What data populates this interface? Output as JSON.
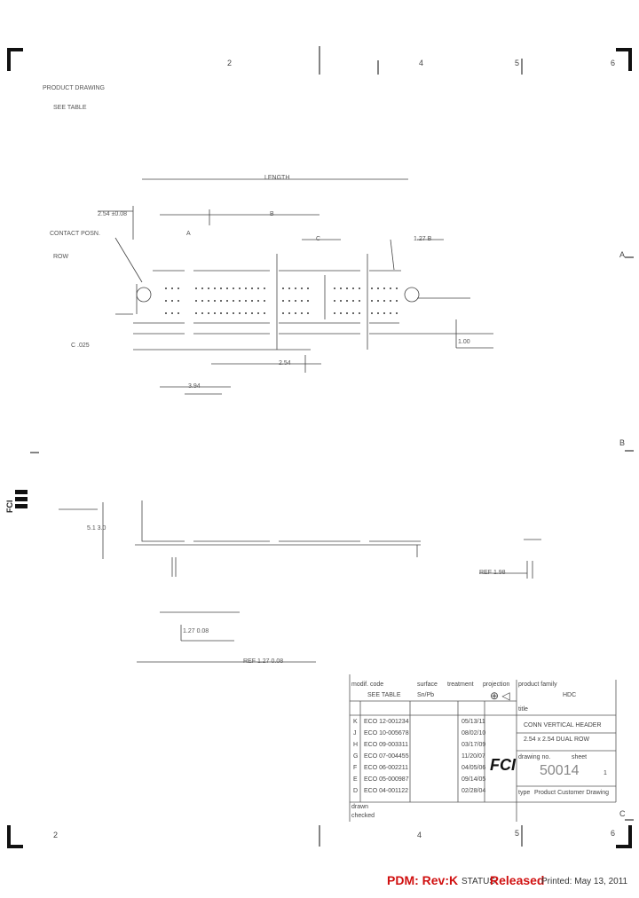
{
  "grid": {
    "top_cols": [
      "2",
      "4",
      "5",
      "6"
    ],
    "bottom_cols": [
      "2",
      "4",
      "5",
      "6"
    ],
    "right_rows": [
      "A",
      "B",
      "C"
    ]
  },
  "notes": {
    "line1": "PRODUCT DRAWING",
    "line2": "SEE TABLE"
  },
  "dims": {
    "overall": "LENGTH",
    "pitch_box": "2.54 ±0.08",
    "pitch_a": "A",
    "pitch_b": "B",
    "pitch_c": "C",
    "row_label": "ROW",
    "contact_note": "CONTACT POSN.",
    "callout_1": "1.27 B",
    "callout_2": "C .025",
    "datum_1": "1.00",
    "datum_2": "2.54",
    "datum_3": "3.94",
    "height_1": "5.1 3.0",
    "ref_1": "REF 1.98",
    "ref_2": "1.27 0.08",
    "ref_3": "REF 1.27 0.08"
  },
  "title_block": {
    "headers": [
      "modif. code",
      "surface",
      "treatment",
      "projection"
    ],
    "vals": [
      "SEE TABLE",
      "Sn/Pb",
      "⊕ ◁"
    ],
    "product_family_label": "product family",
    "product_family": "HDC",
    "description_label": "title",
    "description_1": "CONN VERTICAL HEADER",
    "description_2": "2.54 x 2.54 DUAL ROW",
    "drawing_no_label": "drawing no.",
    "drawing_no": "50014",
    "sheet_label": "sheet",
    "sheet": "1",
    "type_label": "type",
    "type": "Product Customer Drawing",
    "rev_rows": [
      {
        "rev": "K",
        "desc": "ECO 12-001234",
        "date": "05/13/11"
      },
      {
        "rev": "J",
        "desc": "ECO 10-005678",
        "date": "08/02/10"
      },
      {
        "rev": "H",
        "desc": "ECO 09-003311",
        "date": "03/17/09"
      },
      {
        "rev": "G",
        "desc": "ECO 07-004455",
        "date": "11/20/07"
      },
      {
        "rev": "F",
        "desc": "ECO 06-002211",
        "date": "04/05/06"
      },
      {
        "rev": "E",
        "desc": "ECO 05-000987",
        "date": "09/14/05"
      },
      {
        "rev": "D",
        "desc": "ECO 04-001122",
        "date": "02/28/04"
      }
    ],
    "drawn_label": "drawn",
    "checked_label": "checked",
    "logo_text": "FCI"
  },
  "side_logo": "FCI",
  "footer": {
    "pdm": "PDM: Rev:K",
    "status_label": "STATUS:",
    "status_value": "Released",
    "printed": "Printed: May 13, 2011"
  },
  "colors": {
    "ink": "#222222",
    "faint": "#9a9a9a",
    "footer_red": "#d01010"
  }
}
